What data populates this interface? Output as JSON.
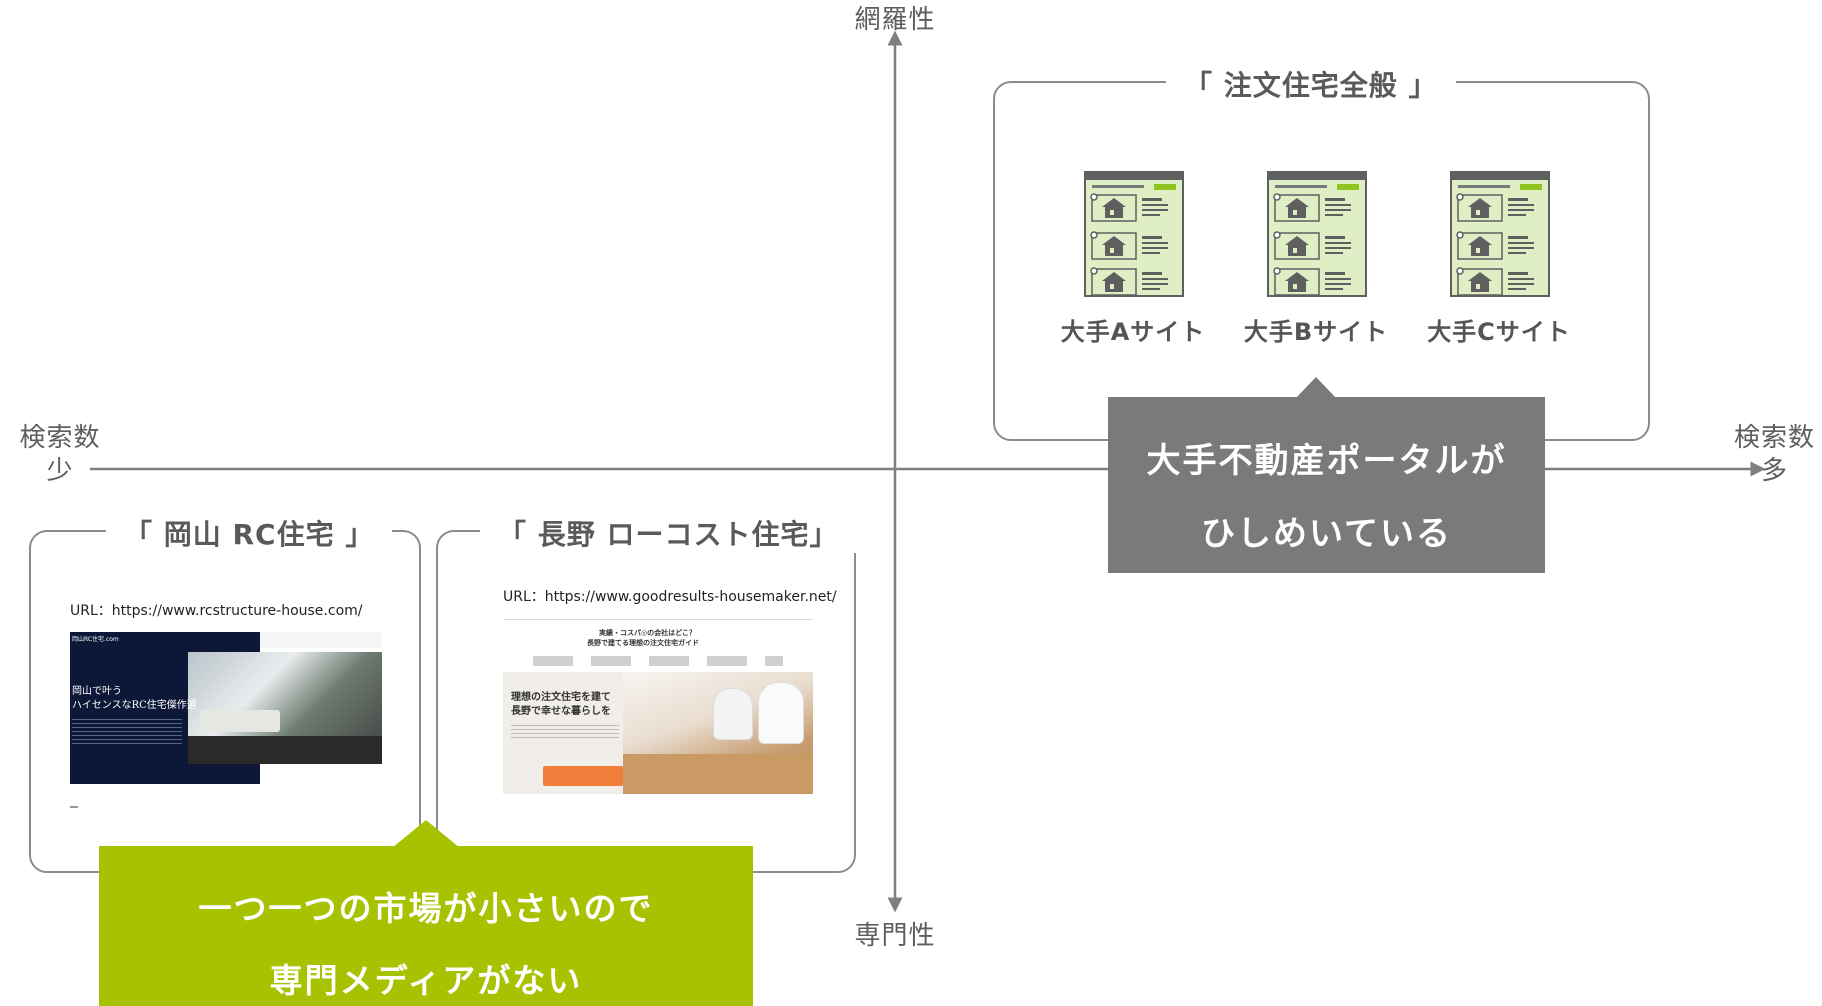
{
  "axes": {
    "top": "網羅性",
    "bottom": "専門性",
    "left_line1": "検索数",
    "left_line2": "少",
    "right_line1": "検索数",
    "right_line2": "多"
  },
  "general_box": {
    "title": "「 注文住宅全般 」",
    "sites": [
      {
        "label": "大手Aサイト",
        "icon": "portal-site-icon"
      },
      {
        "label": "大手Bサイト",
        "icon": "portal-site-icon"
      },
      {
        "label": "大手Cサイト",
        "icon": "portal-site-icon"
      }
    ]
  },
  "portal_callout": {
    "line1": "大手不動産ポータルが",
    "line2": "ひしめいている",
    "color": "#7a7a7a"
  },
  "okayama_box": {
    "title": "「 岡山 RC住宅 」",
    "url": "URL：https://www.rcstructure-house.com/",
    "screenshot": {
      "brand": "岡山RC住宅.com",
      "heading_line1": "岡山で叶う",
      "heading_line2": "ハイセンスなRC住宅傑作選"
    }
  },
  "nagano_box": {
    "title": "「 長野 ローコスト住宅」",
    "url": "URL：https://www.goodresults-housemaker.net/",
    "screenshot": {
      "top_line1": "実績・コスパ◎の会社はどこ？",
      "top_line2": "長野で建てる理想の注文住宅ガイド",
      "heading_line1": "理想の注文住宅を建て",
      "heading_line2": "長野で幸せな暮らしを"
    }
  },
  "niche_callout": {
    "line1": "一つ一つの市場が小さいので",
    "line2": "専門メディアがない",
    "color": "#a7c200"
  }
}
